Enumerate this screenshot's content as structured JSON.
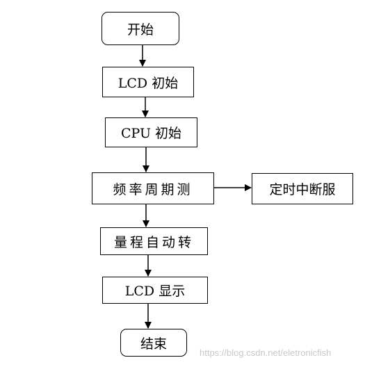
{
  "flowchart": {
    "nodes": {
      "start": "开始",
      "lcd_init": "LCD 初始",
      "cpu_init": "CPU 初始",
      "freq_measure": "频率周期测",
      "timer_interrupt": "定时中断服",
      "auto_range": "量程自动转",
      "lcd_display": "LCD 显示",
      "end": "结束"
    },
    "edges": [
      [
        "start",
        "lcd_init"
      ],
      [
        "lcd_init",
        "cpu_init"
      ],
      [
        "cpu_init",
        "freq_measure"
      ],
      [
        "freq_measure",
        "timer_interrupt"
      ],
      [
        "freq_measure",
        "auto_range"
      ],
      [
        "auto_range",
        "lcd_display"
      ],
      [
        "lcd_display",
        "end"
      ]
    ]
  },
  "watermark": "https://blog.csdn.net/eletronicfish",
  "colors": {
    "stroke": "#000000",
    "background": "#ffffff",
    "watermark": "#c8c8c8"
  }
}
